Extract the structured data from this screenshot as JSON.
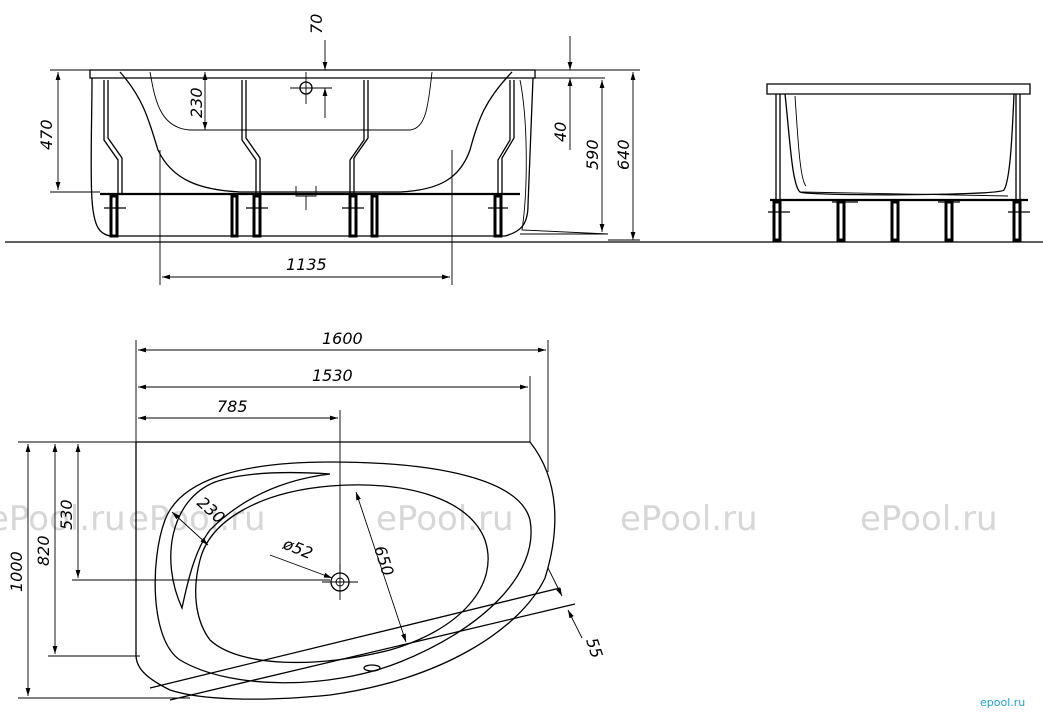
{
  "watermark": "ePool.ru",
  "brand_mark": "epool.ru",
  "dimensions": {
    "side_top_offset": "70",
    "side_basin_depth": "230",
    "side_frame_height": "470",
    "side_rim_thickness": "40",
    "side_leg_height": "590",
    "side_total_height": "640",
    "side_front_panel_width": "1135",
    "plan_total_length": "1600",
    "plan_inner_length": "1530",
    "plan_drain_offset_x": "785",
    "plan_total_width": "1000",
    "plan_inner_width": "820",
    "plan_drain_offset_y": "530",
    "plan_rest_width": "230",
    "plan_drain_diameter": "ø52",
    "plan_basin_length": "650",
    "plan_panel_thickness": "55"
  }
}
